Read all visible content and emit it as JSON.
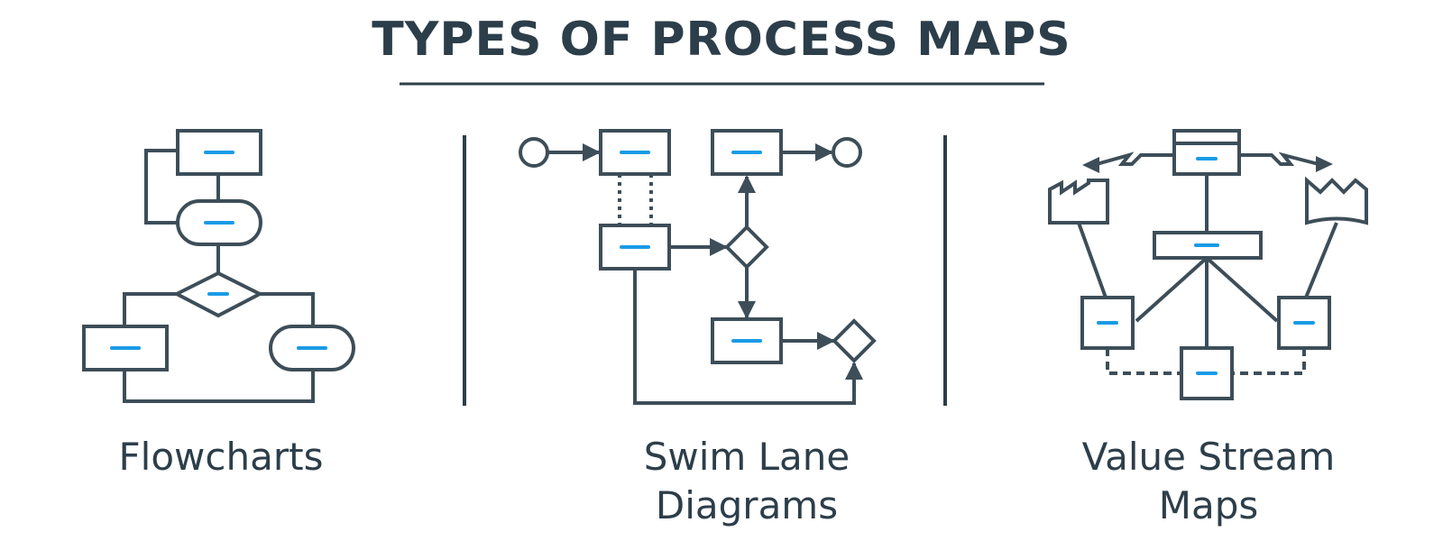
{
  "title": "TYPES OF PROCESS MAPS",
  "colors": {
    "stroke": "#3d4e59",
    "accent": "#1a9be6",
    "text": "#2c3e4a"
  },
  "sections": [
    {
      "label_lines": [
        "Flowcharts"
      ]
    },
    {
      "label_lines": [
        "Swim Lane",
        "Diagrams"
      ]
    },
    {
      "label_lines": [
        "Value Stream",
        "Maps"
      ]
    }
  ]
}
